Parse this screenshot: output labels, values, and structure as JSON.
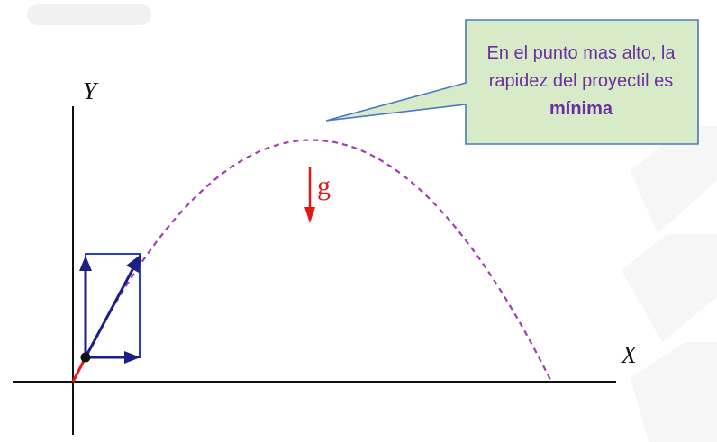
{
  "axes": {
    "x_label": "X",
    "y_label": "Y"
  },
  "gravity": {
    "label": "g",
    "color": "#e01818"
  },
  "callout": {
    "text_before": "En el punto mas alto, la rapidez del proyectil es ",
    "text_bold": "mínima",
    "fill": "#d8ebc9",
    "border": "#4a78c2",
    "text_color": "#6b2fa0"
  },
  "trajectory": {
    "color": "#9b3fae",
    "style": "dashed"
  },
  "vectors": {
    "color": "#1b1f86",
    "components": [
      "velocity",
      "vx",
      "vy"
    ]
  }
}
